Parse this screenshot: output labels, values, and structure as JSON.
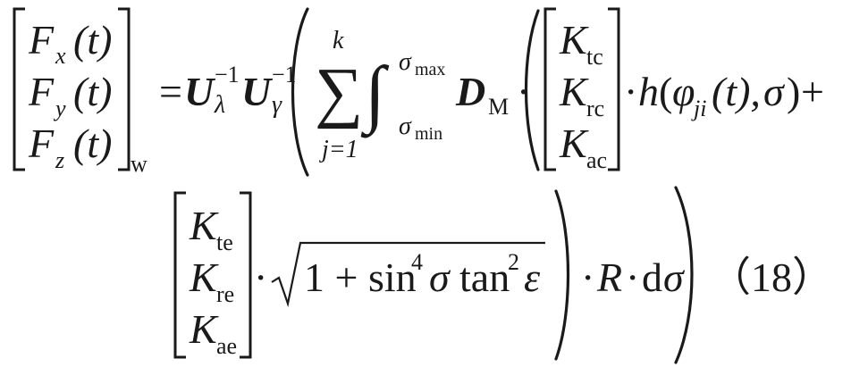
{
  "equation": {
    "lhs": {
      "F": "F",
      "sub_x": "x",
      "sub_y": "y",
      "sub_z": "z",
      "arg": "(t)",
      "w": "w"
    },
    "eq": "=",
    "U": "U",
    "lambda": "λ",
    "gamma": "γ",
    "inv": "−1",
    "sum": "∑",
    "sum_top": "k",
    "sum_bottom": "j=1",
    "int": "∫",
    "sigma": "σ",
    "max": "max",
    "min": "min",
    "D": "D",
    "M": "M",
    "dot": "·",
    "K": "K",
    "tc": "tc",
    "rc": "rc",
    "ac": "ac",
    "te": "te",
    "re": "re",
    "ae": "ae",
    "h": "h",
    "phi": "φ",
    "ji": "ji",
    "t_paren": "(t),",
    "plus": "+",
    "open_paren": "(",
    "close_paren": ")",
    "sqrt_body": "1 + sin",
    "four": "4",
    "tan": "tan",
    "two": "2",
    "epsilon": "ε",
    "R": "R",
    "d": "d",
    "number": "（18）"
  }
}
